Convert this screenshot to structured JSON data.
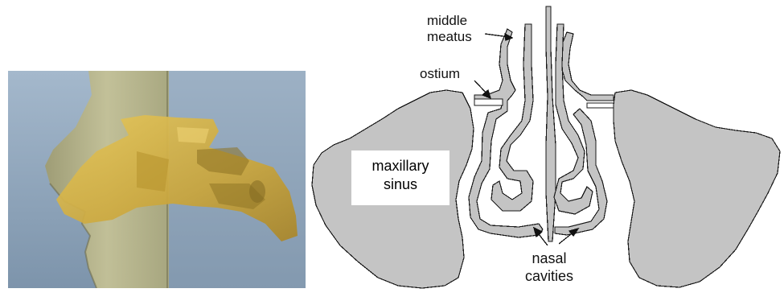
{
  "labels": {
    "middle_meatus": [
      "middle",
      "meatus"
    ],
    "ostium": "ostium",
    "maxillary_sinus": [
      "maxillary",
      "sinus"
    ],
    "nasal_cavities": [
      "nasal",
      "cavities"
    ]
  },
  "colors": {
    "tissue_gray": "#c4c4c4",
    "outline": "#1a1a1a",
    "render_bg_top": "#9db3c9",
    "render_bg_bottom": "#7e95ad",
    "skin": "#b9b68a",
    "bone_gold": "#d6b64a"
  }
}
